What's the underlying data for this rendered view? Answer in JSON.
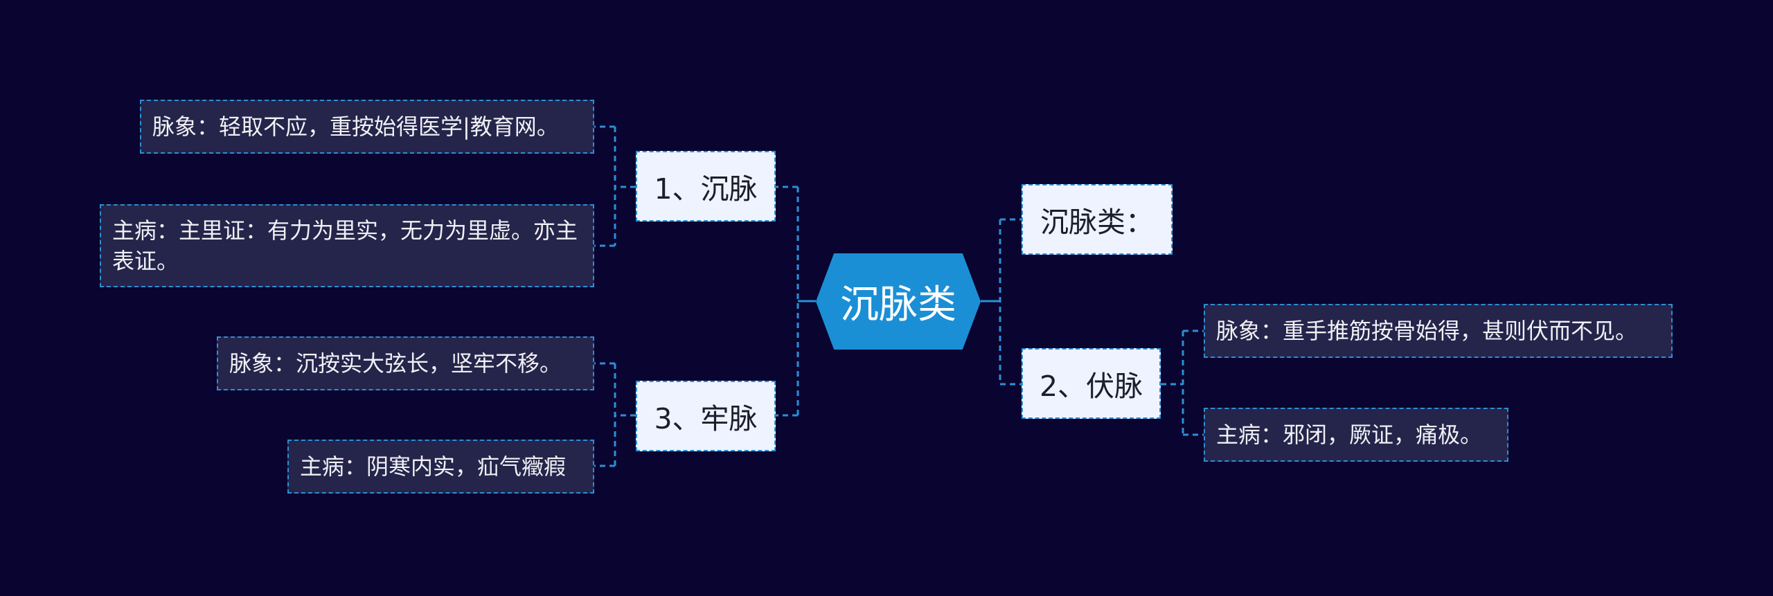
{
  "center": {
    "label": "沉脉类"
  },
  "branches": [
    {
      "label": "1、沉脉",
      "children": [
        "脉象：轻取不应，重按始得医学|教育网。",
        "主病：主里证：有力为里实，无力为里虚。亦主表证。"
      ]
    },
    {
      "label": "3、牢脉",
      "children": [
        "脉象：沉按实大弦长，坚牢不移。",
        "主病：阴寒内实，疝气癥瘕"
      ]
    },
    {
      "label": "沉脉类：",
      "children": []
    },
    {
      "label": "2、伏脉",
      "children": [
        "脉象：重手推筋按骨始得，甚则伏而不见。",
        "主病：邪闭，厥证，痛极。"
      ]
    }
  ],
  "colors": {
    "background": "#0a0530",
    "center_fill": "#1b8fd6",
    "topic_fill": "#eef3ff",
    "leaf_fill": "#25244a",
    "connector": "#2c8fd6"
  }
}
